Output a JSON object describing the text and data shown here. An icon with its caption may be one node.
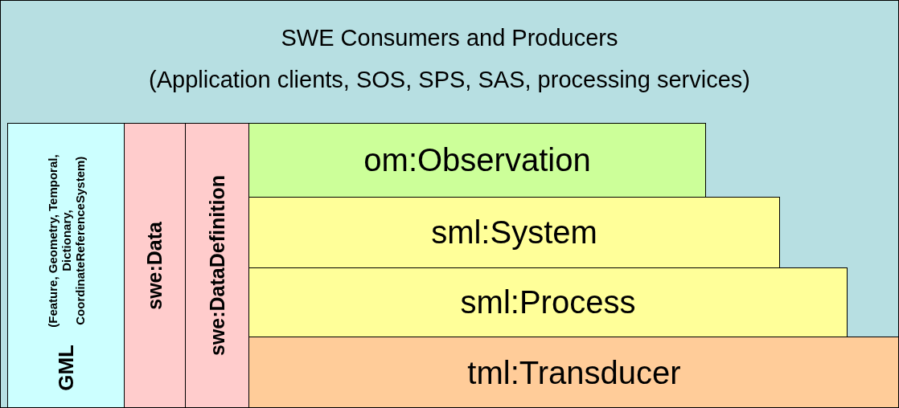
{
  "diagram": {
    "nodes": [
      {
        "text": [
          "SWE Consumers and Producers",
          "(Application clients, SOS, SPS, SAS, processing services)"
        ]
      },
      {
        "text": [
          "GML",
          "(Feature, Geometry, Temporal, Dictionary, CoordinateReferenceSystem)"
        ],
        "in": 0
      },
      {
        "text": [
          "swe:Data"
        ],
        "in": 0
      },
      {
        "text": [
          "swe:DataDefinition"
        ],
        "in": 0
      },
      {
        "text": [
          "om:Observation"
        ],
        "in": 0
      },
      {
        "text": [
          "sml:System"
        ],
        "in": 0
      },
      {
        "text": [
          "sml:Process"
        ],
        "in": 0
      },
      {
        "text": [
          "tml:Transducer"
        ],
        "in": 0
      }
    ]
  }
}
